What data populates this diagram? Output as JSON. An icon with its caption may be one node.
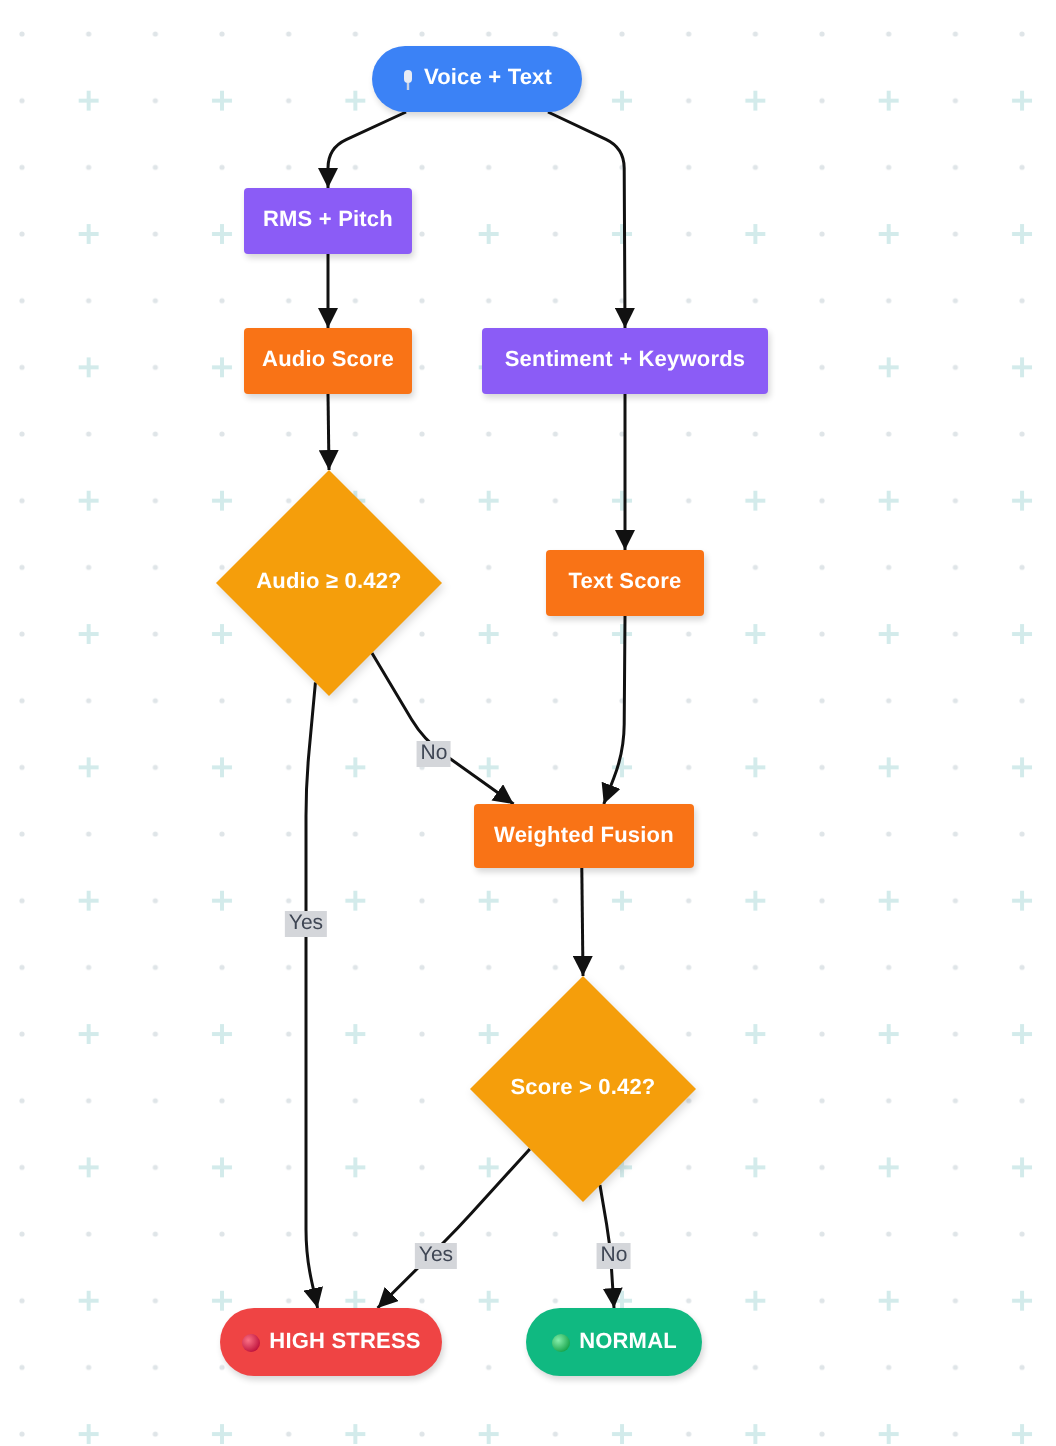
{
  "diagram": {
    "nodes": [
      {
        "text": [
          "Voice + Text"
        ]
      },
      {
        "text": [
          "RMS + Pitch"
        ]
      },
      {
        "text": [
          "Audio Score"
        ]
      },
      {
        "text": [
          "Sentiment + Keywords"
        ]
      },
      {
        "text": [
          "Audio ≥ 0.42?"
        ]
      },
      {
        "text": [
          "Text Score"
        ]
      },
      {
        "text": [
          "Weighted Fusion"
        ]
      },
      {
        "text": [
          "Score > 0.42?"
        ]
      },
      {
        "text": [
          "HIGH STRESS"
        ]
      },
      {
        "text": [
          "NORMAL"
        ]
      }
    ],
    "edges": [
      {
        "from": 0,
        "to": 1,
        "arrow": "to"
      },
      {
        "from": 0,
        "to": 3,
        "arrow": "to"
      },
      {
        "from": 1,
        "to": 2,
        "arrow": "to"
      },
      {
        "from": 2,
        "to": 4,
        "arrow": "to"
      },
      {
        "from": 3,
        "to": 5,
        "arrow": "to"
      },
      {
        "from": 4,
        "to": 6,
        "arrow": "to",
        "label": "No"
      },
      {
        "from": 5,
        "to": 6,
        "arrow": "to"
      },
      {
        "from": 4,
        "to": 8,
        "arrow": "to",
        "label": "Yes"
      },
      {
        "from": 6,
        "to": 7,
        "arrow": "to"
      },
      {
        "from": 7,
        "to": 8,
        "arrow": "to",
        "label": "Yes"
      },
      {
        "from": 7,
        "to": 9,
        "arrow": "to",
        "label": "No"
      }
    ]
  }
}
